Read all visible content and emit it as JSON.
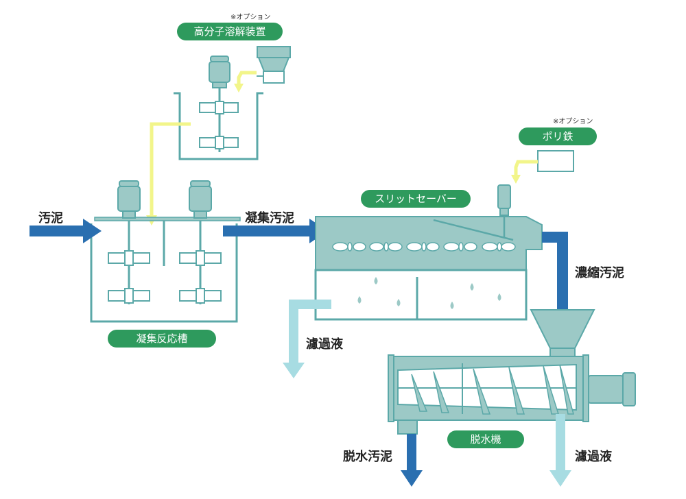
{
  "colors": {
    "outline": "#5ba8a8",
    "tank_fill": "#9cc9c6",
    "sludge_arrow": "#2a6fb0",
    "filtrate_arrow": "#a7dce2",
    "chemical_line": "#f2f58a",
    "label_green": "#2e9a5d",
    "text_dark": "#222222"
  },
  "equipment": {
    "polymer_unit": {
      "label": "高分子溶解装置",
      "option_note": "※オプション"
    },
    "poly_iron": {
      "label": "ポリ鉄",
      "option_note": "※オプション"
    },
    "reaction_tank": {
      "label": "凝集反応槽"
    },
    "slit_saver": {
      "label": "スリットセーバー"
    },
    "dewaterer": {
      "label": "脱水機"
    }
  },
  "flows": {
    "sludge_in": "汚泥",
    "flocculated_sludge": "凝集汚泥",
    "thickened_sludge": "濃縮汚泥",
    "filtrate_1": "濾過液",
    "dewatered_sludge": "脱水汚泥",
    "filtrate_2": "濾過液"
  }
}
